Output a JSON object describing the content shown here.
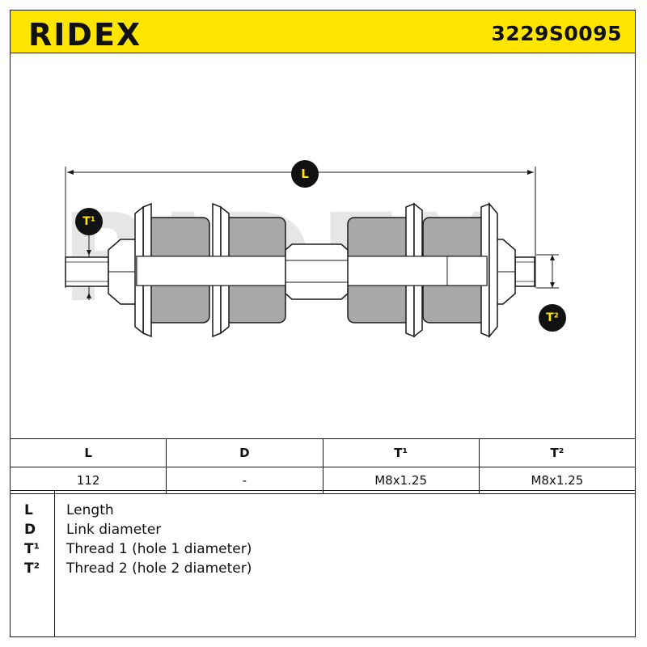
{
  "header": {
    "brand": "RIDEX",
    "part_number": "3229S0095"
  },
  "drawing": {
    "watermark": "RIDEX",
    "labels": {
      "length": "L",
      "thread1": "T¹",
      "thread2": "T²"
    }
  },
  "spec_table": {
    "columns": [
      "L",
      "D",
      "T¹",
      "T²"
    ],
    "values": [
      "112",
      "-",
      "M8x1.25",
      "M8x1.25"
    ]
  },
  "legend": [
    {
      "key": "L",
      "description": "Length"
    },
    {
      "key": "D",
      "description": "Link diameter"
    },
    {
      "key": "T¹",
      "description": "Thread 1 (hole 1 diameter)"
    },
    {
      "key": "T²",
      "description": "Thread 2 (hole 2 diameter)"
    }
  ],
  "colors": {
    "brand_yellow": "#ffe500",
    "bushing_gray": "#a8a8a8",
    "watermark_gray": "#e6e6e6",
    "ink": "#1a1a1a"
  }
}
